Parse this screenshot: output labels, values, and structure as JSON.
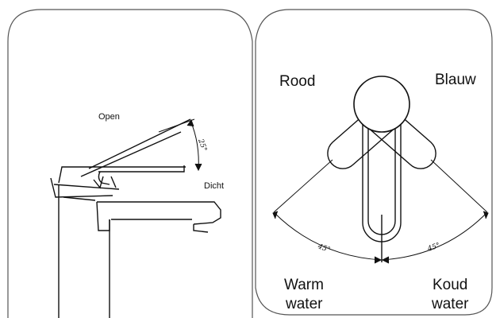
{
  "left_panel": {
    "label_open": "Open",
    "label_closed": "Dicht",
    "lever_angle": "25°"
  },
  "right_panel": {
    "label_red": "Rood",
    "label_blue": "Blauw",
    "label_warm_line1": "Warm",
    "label_warm_line2": "water",
    "label_cold_line1": "Koud",
    "label_cold_line2": "water",
    "angle_left": "45°",
    "angle_right": "45°"
  }
}
